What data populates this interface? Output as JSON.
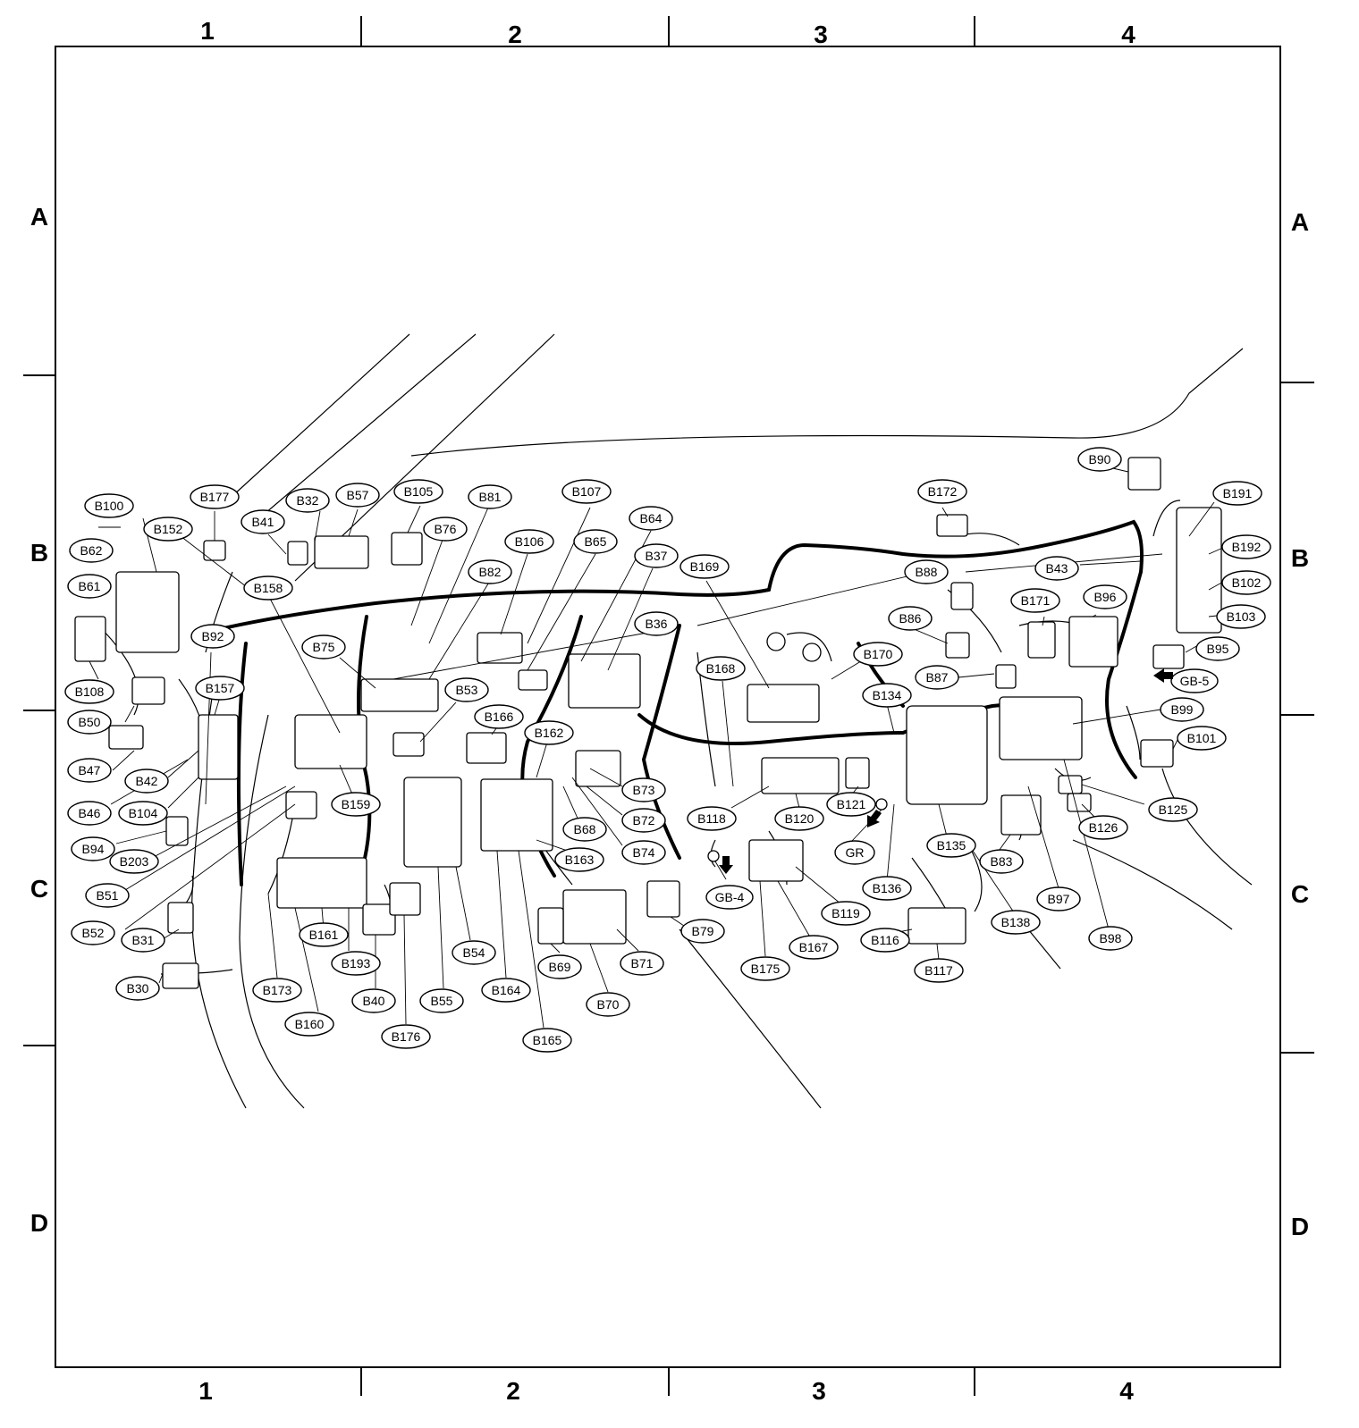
{
  "grid": {
    "columns": [
      "1",
      "2",
      "3",
      "4"
    ],
    "rows": [
      "A",
      "B",
      "C",
      "D"
    ]
  },
  "labels": [
    "B100",
    "B177",
    "B152",
    "B32",
    "B41",
    "B57",
    "B105",
    "B76",
    "B81",
    "B107",
    "B62",
    "B106",
    "B65",
    "B64",
    "B37",
    "B61",
    "B158",
    "B82",
    "B92",
    "B75",
    "B36",
    "B108",
    "B157",
    "B53",
    "B50",
    "B166",
    "B162",
    "B47",
    "B42",
    "B46",
    "B104",
    "B159",
    "B73",
    "B72",
    "B68",
    "B74",
    "B94",
    "B203",
    "B163",
    "B51",
    "B52",
    "B31",
    "B161",
    "B30",
    "B193",
    "B173",
    "B40",
    "B160",
    "B176",
    "B54",
    "B55",
    "B164",
    "B165",
    "B69",
    "B71",
    "B70",
    "B169",
    "B168",
    "B172",
    "B88",
    "B90",
    "B191",
    "B192",
    "B43",
    "B102",
    "B171",
    "B96",
    "B103",
    "B86",
    "B170",
    "B95",
    "B87",
    "GB-5",
    "B134",
    "B99",
    "B101",
    "B118",
    "B120",
    "B121",
    "B135",
    "B125",
    "B126",
    "GR",
    "B83",
    "B79",
    "GB-4",
    "B136",
    "B97",
    "B119",
    "B167",
    "B116",
    "B138",
    "B98",
    "B175",
    "B117"
  ]
}
